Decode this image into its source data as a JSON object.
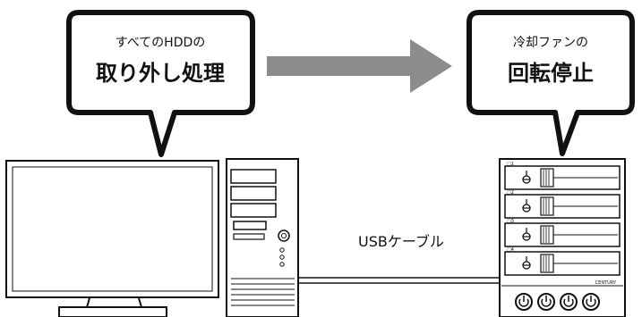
{
  "left_bubble": {
    "line1": "すべてのHDDの",
    "line2": "取り外し処理"
  },
  "right_bubble": {
    "line1": "冷却ファンの",
    "line2": "回転停止"
  },
  "cable": {
    "label": "USBケーブル"
  },
  "enclosure": {
    "bays": [
      {
        "tag": "□1"
      },
      {
        "tag": "□2"
      },
      {
        "tag": "□3"
      },
      {
        "tag": "□4"
      }
    ],
    "brand": "CENTURY"
  },
  "colors": {
    "arrow": "#8c8c8c",
    "outline": "#111111",
    "background": "#ffffff"
  }
}
